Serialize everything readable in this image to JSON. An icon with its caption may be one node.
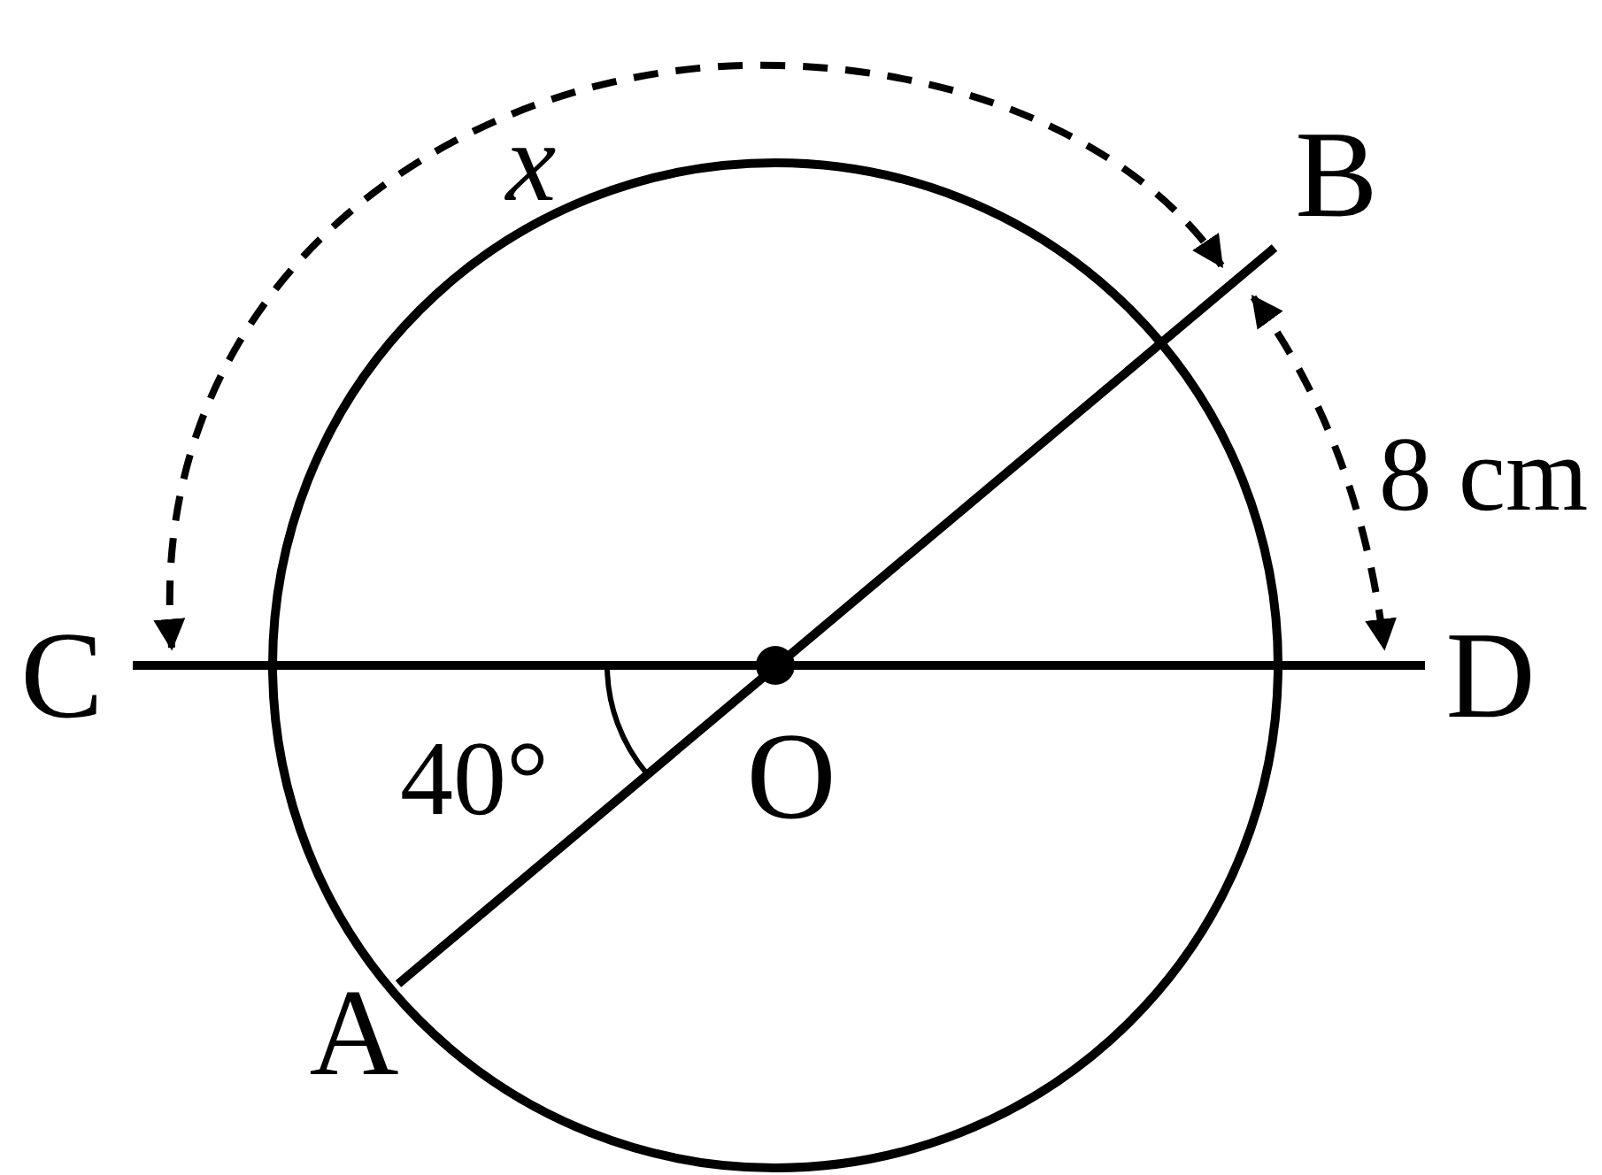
{
  "diagram": {
    "labels": [
      "x",
      "B",
      "8 cm",
      "C",
      "D",
      "40°",
      "O",
      "A"
    ]
  }
}
